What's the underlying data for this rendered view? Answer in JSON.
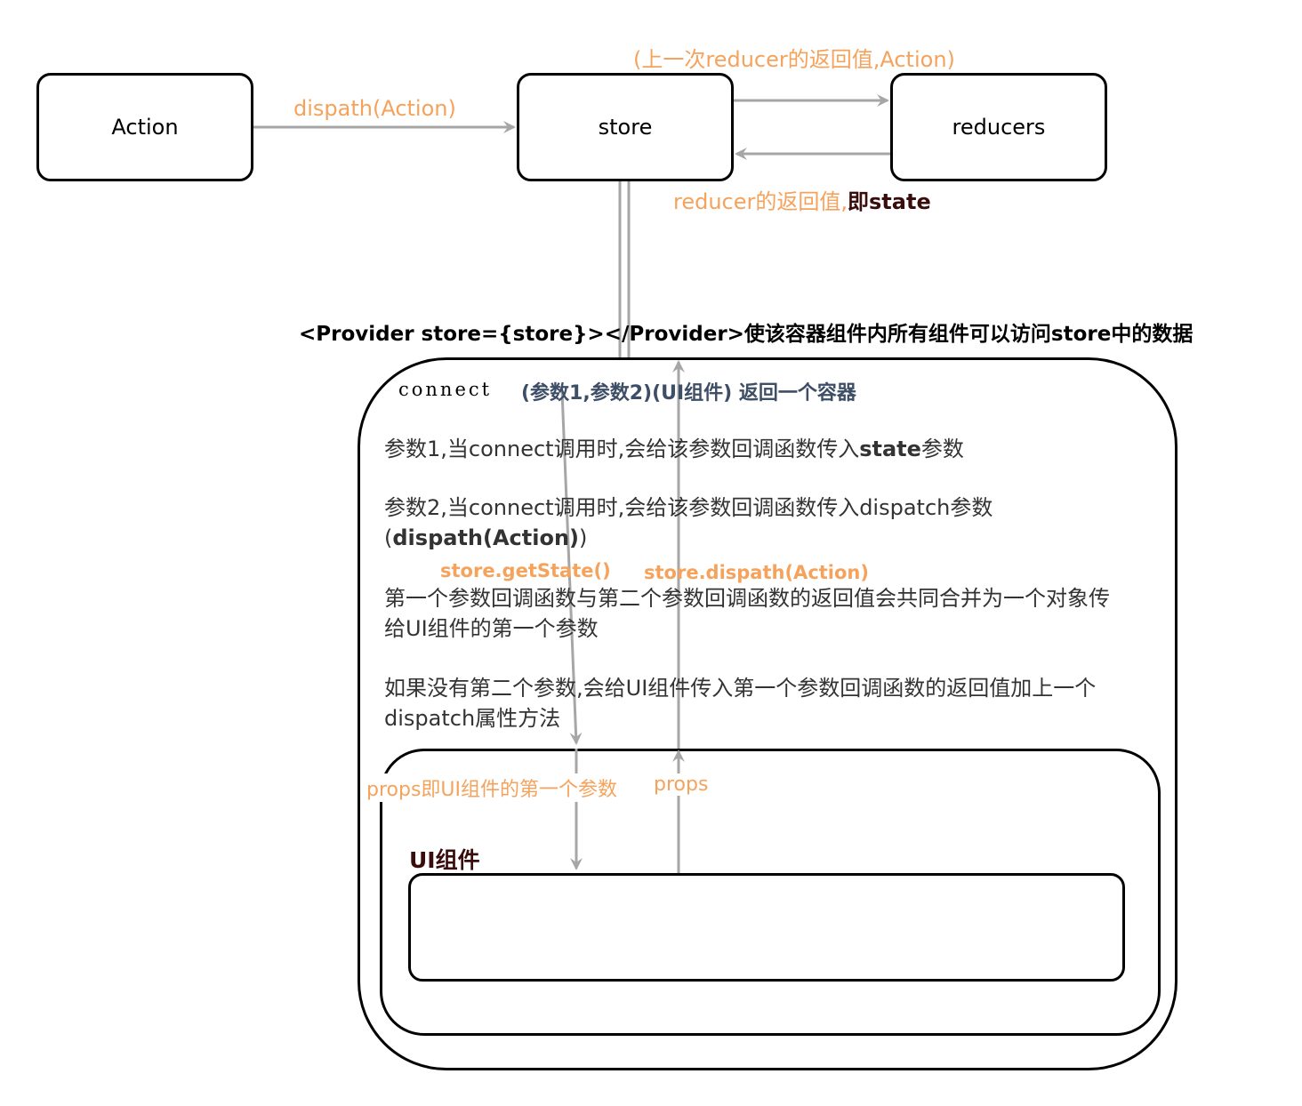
{
  "nodes": {
    "action": "Action",
    "store": "store",
    "reducers": "reducers"
  },
  "edge_labels": {
    "dispatch": "dispath(Action)",
    "to_reducers": "(上一次reducer的返回值,Action)",
    "from_reducers_a": "reducer的返回值,",
    "from_reducers_b": "即state",
    "get_state": "store.getState()",
    "store_dispatch": "store.dispath(Action)",
    "props_left": "props即UI组件的第一个参数",
    "props_right": "props"
  },
  "provider_title": "<Provider store={store}></Provider>使该容器组件内所有组件可以访问store中的数据",
  "connect": {
    "keyword": "connect",
    "signature": "(参数1,参数2)(UI组件) 返回一个容器",
    "param1_a": "参数1,当connect调用时,会给该参数回调函数传入",
    "param1_b": "state",
    "param1_c": "参数",
    "param2_line1": "参数2,当connect调用时,会给该参数回调函数传入dispatch参数",
    "param2_line2_a": "(",
    "param2_line2_b": "dispath(Action)",
    "param2_line2_c": ")",
    "merge_line1": "第一个参数回调函数与第二个参数回调函数的返回值会共同合并为一个对象传",
    "merge_line2": "给UI组件的第一个参数",
    "nodispatch_line1": "如果没有第二个参数,会给UI组件传入第一个参数回调函数的返回值加上一个",
    "nodispatch_line2": "dispatch属性方法"
  },
  "ui_component_label": "UI组件",
  "colors": {
    "accent_orange": "#f5a35c",
    "arrow_gray": "#a6a6a6",
    "dark_brown": "#3a0d0d",
    "slate": "#3d4e66"
  }
}
